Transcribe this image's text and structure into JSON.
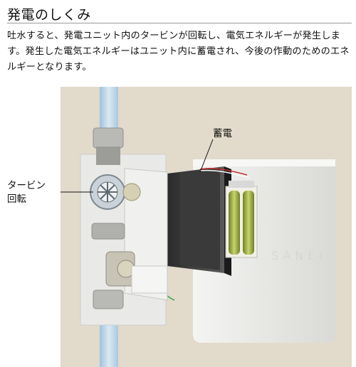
{
  "section": {
    "title": "発電のしくみ",
    "description": "吐水すると、発電ユニット内のタービンが回転し、電気エネルギーが発生します。発生した電気エネルギーはユニット内に蓄電され、今後の作動のためのエネルギーとなります。"
  },
  "figure": {
    "label_turbine_line1": "タービン",
    "label_turbine_line2": "回転",
    "label_storage": "蓄電",
    "brand_mark": "SANEI"
  },
  "colors": {
    "figure_background": "#e2dacb",
    "water": "#bcd3e4",
    "battery": "#8ea23c",
    "unit_body": "#e8e8e6"
  }
}
